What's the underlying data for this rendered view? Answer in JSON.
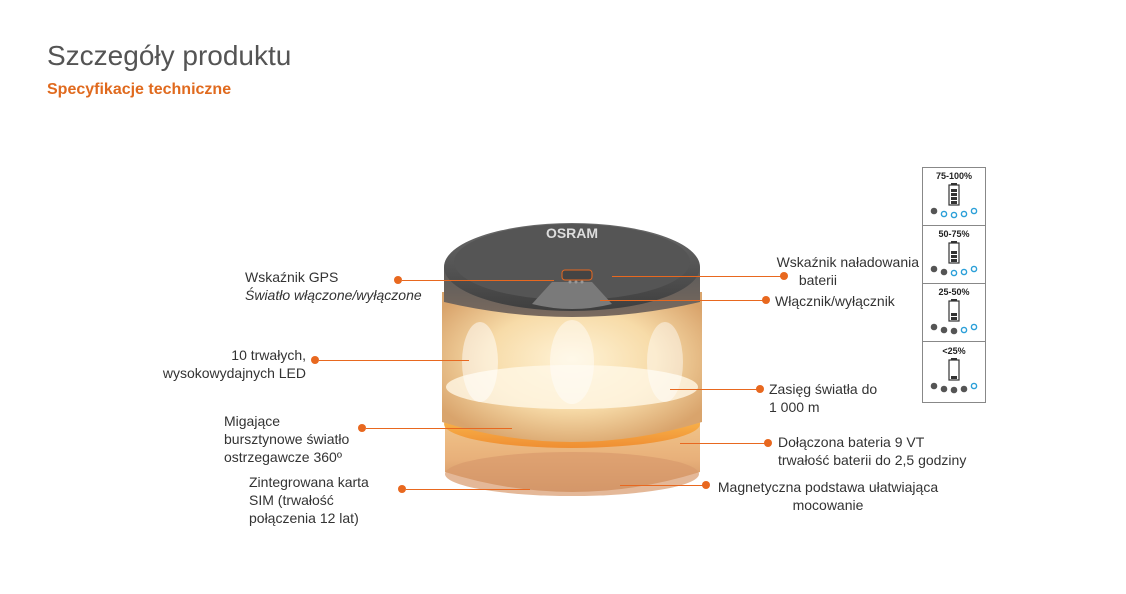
{
  "header": {
    "title": "Szczegóły produktu",
    "subtitle": "Specyfikacje techniczne"
  },
  "product": {
    "brand": "OSRAM",
    "accent_color": "#e8681f"
  },
  "callouts": {
    "gps": {
      "line1": "Wskaźnik GPS",
      "line2": "Światło włączone/wyłączone"
    },
    "led": {
      "line1": "10 trwałych,",
      "line2": "wysokowydajnych LED"
    },
    "flash": {
      "line1": "Migające",
      "line2": "bursztynowe światło",
      "line3": "ostrzegawcze 360º"
    },
    "sim": {
      "line1": "Zintegrowana karta",
      "line2": "SIM (trwałość",
      "line3": "połączenia 12 lat)"
    },
    "battery_indicator": {
      "line1": "Wskaźnik naładowania",
      "line2": "baterii"
    },
    "power": {
      "line1": "Włącznik/wyłącznik"
    },
    "range": {
      "line1": "Zasięg światła do",
      "line2": "1 000 m"
    },
    "battery": {
      "line1": "Dołączona bateria 9 VT",
      "line2": "trwałość baterii do 2,5 godziny"
    },
    "magnet": {
      "line1": "Magnetyczna podstawa ułatwiająca",
      "line2": "mocowanie"
    }
  },
  "battery_levels": [
    {
      "label": "75-100%",
      "bars": 4,
      "lit_dots": 4
    },
    {
      "label": "50-75%",
      "bars": 3,
      "lit_dots": 3
    },
    {
      "label": "25-50%",
      "bars": 2,
      "lit_dots": 2
    },
    {
      "label": "<25%",
      "bars": 1,
      "lit_dots": 1
    }
  ]
}
